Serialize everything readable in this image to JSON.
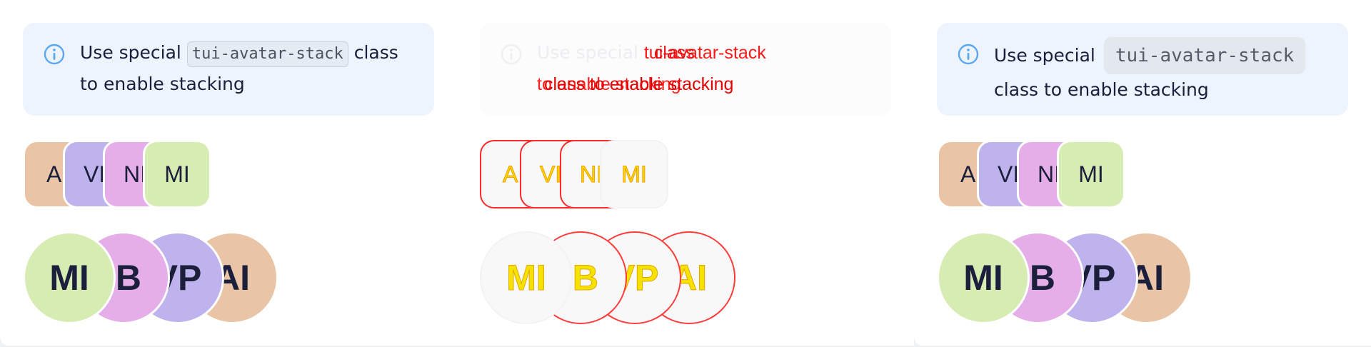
{
  "panels": [
    {
      "notice": {
        "prefix": "Use special",
        "code": "tui-avatar-stack",
        "suffix_inline": "class",
        "line2": "to enable stacking"
      },
      "square_avatars": [
        {
          "initials": "A",
          "color": "#e9c4a6"
        },
        {
          "initials": "VI",
          "color": "#bfb3ed"
        },
        {
          "initials": "NI",
          "color": "#e5aee9"
        },
        {
          "initials": "MI",
          "color": "#d6ecb3"
        }
      ],
      "round_avatars": [
        {
          "initials": "MI",
          "color": "#d6ecb3"
        },
        {
          "initials": "IB",
          "color": "#e5aee9"
        },
        {
          "initials": "VP",
          "color": "#bfb3ed"
        },
        {
          "initials": "AI",
          "color": "#e9c4a6"
        }
      ]
    },
    {
      "notice": {
        "prefix": "Use special",
        "code": "tui-avatar-stack",
        "code_overlay": "class",
        "line2": "to enable stacking",
        "line2_overlay": "class to enable stacking"
      },
      "square_avatars": [
        {
          "initials": "A"
        },
        {
          "initials": "VI"
        },
        {
          "initials": "NI"
        },
        {
          "initials": "MI"
        }
      ],
      "round_avatars": [
        {
          "initials": "MI"
        },
        {
          "initials": "IB"
        },
        {
          "initials": "VP"
        },
        {
          "initials": "AI"
        }
      ]
    },
    {
      "notice": {
        "prefix": "Use special",
        "code": "tui-avatar-stack",
        "line2": "class to enable stacking"
      },
      "square_avatars": [
        {
          "initials": "A",
          "color": "#e9c4a6"
        },
        {
          "initials": "VI",
          "color": "#bfb3ed"
        },
        {
          "initials": "NI",
          "color": "#e5aee9"
        },
        {
          "initials": "MI",
          "color": "#d6ecb3"
        }
      ],
      "round_avatars": [
        {
          "initials": "MI",
          "color": "#d6ecb3"
        },
        {
          "initials": "IB",
          "color": "#e5aee9"
        },
        {
          "initials": "VP",
          "color": "#bfb3ed"
        },
        {
          "initials": "AI",
          "color": "#e9c4a6"
        }
      ]
    }
  ],
  "colors": {
    "notice_bg": "#edf4fe",
    "info_icon": "#5aa7ec",
    "text": "#1b1f3b",
    "diff_red": "#ff1a1a",
    "diff_yellow": "#f5d900"
  },
  "icons": {
    "notice": "info-circle-icon"
  }
}
